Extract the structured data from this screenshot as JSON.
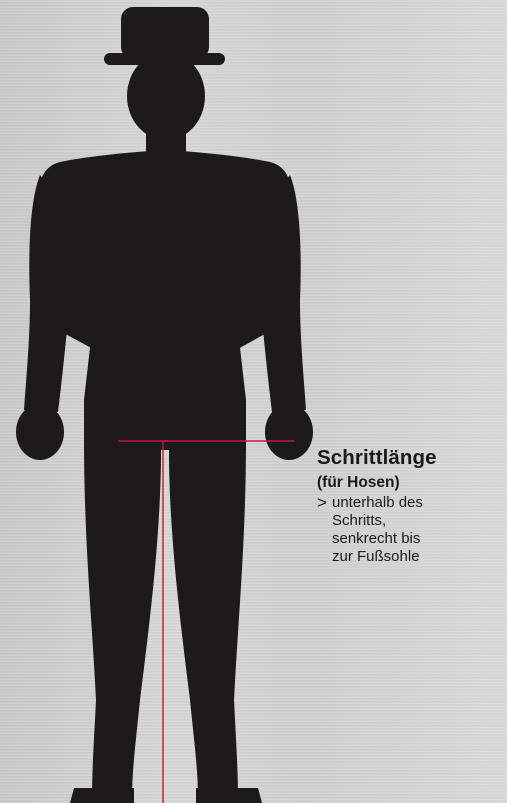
{
  "label": {
    "title": "Schrittlänge",
    "subtitle": "(für Hosen)",
    "bullet": ">",
    "description": "unterhalb des\nSchritts,\nsenkrecht bis\nzur Fußsohle"
  },
  "colors": {
    "silhouette": "#1c1a1b",
    "measure_line": "#c4183c",
    "text": "#1a1a1a"
  }
}
